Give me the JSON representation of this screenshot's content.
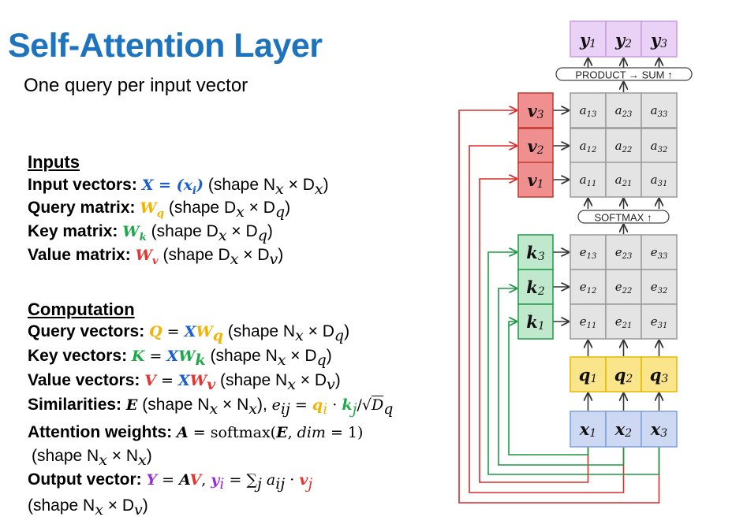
{
  "title": "Self-Attention Layer",
  "subtitle": "One query per input vector",
  "inputs": {
    "heading": "Inputs",
    "input_vectors": {
      "label": "Input vectors:",
      "expr": "X = (x",
      "expr_sub": "i",
      "expr_close": ")",
      "shape": "(shape N",
      "shape_sub1": "x",
      "shape_mid": " × D",
      "shape_sub2": "x",
      "shape_close": ")"
    },
    "query_matrix": {
      "label": "Query matrix:",
      "sym": "W",
      "sym_sub": "q",
      "shape": "(shape D",
      "shape_sub1": "x",
      "shape_mid": " × D",
      "shape_sub2": "q",
      "shape_close": ")"
    },
    "key_matrix": {
      "label": "Key matrix:",
      "sym": "W",
      "sym_sub": "k",
      "shape": "(shape D",
      "shape_sub1": "x",
      "shape_mid": " × D",
      "shape_sub2": "q",
      "shape_close": ")"
    },
    "value_matrix": {
      "label": "Value matrix:",
      "sym": "W",
      "sym_sub": "v",
      "shape": "(shape D",
      "shape_sub1": "x",
      "shape_mid": " × D",
      "shape_sub2": "v",
      "shape_close": ")"
    }
  },
  "computation": {
    "heading": "Computation",
    "query_vectors": {
      "label": "Query vectors:",
      "lhs": "Q",
      "eq": " = ",
      "x": "X",
      "w": "W",
      "w_sub": "q",
      "shape": "(shape N",
      "shape_sub1": "x",
      "shape_mid": " × D",
      "shape_sub2": "q",
      "shape_close": ")"
    },
    "key_vectors": {
      "label": "Key vectors:",
      "lhs": "K",
      "eq": " = ",
      "x": "X",
      "w": "W",
      "w_sub": "k",
      "shape": "(shape N",
      "shape_sub1": "x",
      "shape_mid": " × D",
      "shape_sub2": "q",
      "shape_close": ")"
    },
    "value_vectors": {
      "label": "Value vectors:",
      "lhs": "V",
      "eq": " = ",
      "x": "X",
      "w": "W",
      "w_sub": "v",
      "shape": "(shape N",
      "shape_sub1": "x",
      "shape_mid": " × D",
      "shape_sub2": "v",
      "shape_close": ")"
    },
    "similarities": {
      "label": "Similarities:",
      "sym": "E",
      "shape": "(shape N",
      "shape_sub1": "x",
      "shape_mid": " × N",
      "shape_sub2": "x",
      "shape_close": "),",
      "e": "e",
      "e_sub": "ij",
      "eq": " = ",
      "q": "q",
      "q_sub": "i",
      "dot": " · ",
      "k": "k",
      "k_sub": "j",
      "div": "/√",
      "d": "D",
      "d_sub": "q"
    },
    "attention_weights": {
      "label": "Attention weights:",
      "lhs": "A",
      "eq": " = softmax(",
      "e": "E",
      "comma": ", ",
      "dim": "dim",
      "dim_eq": " = 1)",
      "shape": "(shape N",
      "shape_sub1": "x",
      "shape_mid": " × N",
      "shape_sub2": "x",
      "shape_close": ")"
    },
    "output_vector": {
      "label": "Output vector:",
      "lhs": "Y",
      "eq": " = ",
      "a": "A",
      "v": "V",
      "comma": ", ",
      "y": "y",
      "y_sub": "i",
      "eq2": " = ∑",
      "sum_sub": "j",
      "aij": " a",
      "aij_sub": "ij",
      "dot": " · ",
      "vj": "v",
      "vj_sub": "j",
      "shape": "(shape N",
      "shape_sub1": "x",
      "shape_mid": " × D",
      "shape_sub2": "v",
      "shape_close": ")"
    }
  },
  "diagram": {
    "outputs": [
      {
        "sym": "y",
        "sub": "1"
      },
      {
        "sym": "y",
        "sub": "2"
      },
      {
        "sym": "y",
        "sub": "3"
      }
    ],
    "product_sum_label": "PRODUCT →     SUM ↑",
    "softmax_label": "SOFTMAX ↑",
    "values": [
      {
        "sym": "v",
        "sub": "3"
      },
      {
        "sym": "v",
        "sub": "2"
      },
      {
        "sym": "v",
        "sub": "1"
      }
    ],
    "keys": [
      {
        "sym": "k",
        "sub": "3"
      },
      {
        "sym": "k",
        "sub": "2"
      },
      {
        "sym": "k",
        "sub": "1"
      }
    ],
    "queries": [
      {
        "sym": "q",
        "sub": "1"
      },
      {
        "sym": "q",
        "sub": "2"
      },
      {
        "sym": "q",
        "sub": "3"
      }
    ],
    "inputs": [
      {
        "sym": "x",
        "sub": "1"
      },
      {
        "sym": "x",
        "sub": "2"
      },
      {
        "sym": "x",
        "sub": "3"
      }
    ],
    "a_grid": [
      [
        {
          "sym": "a",
          "sub": "13"
        },
        {
          "sym": "a",
          "sub": "23"
        },
        {
          "sym": "a",
          "sub": "33"
        }
      ],
      [
        {
          "sym": "a",
          "sub": "12"
        },
        {
          "sym": "a",
          "sub": "22"
        },
        {
          "sym": "a",
          "sub": "32"
        }
      ],
      [
        {
          "sym": "a",
          "sub": "11"
        },
        {
          "sym": "a",
          "sub": "21"
        },
        {
          "sym": "a",
          "sub": "31"
        }
      ]
    ],
    "e_grid": [
      [
        {
          "sym": "e",
          "sub": "13"
        },
        {
          "sym": "e",
          "sub": "23"
        },
        {
          "sym": "e",
          "sub": "33"
        }
      ],
      [
        {
          "sym": "e",
          "sub": "12"
        },
        {
          "sym": "e",
          "sub": "22"
        },
        {
          "sym": "e",
          "sub": "32"
        }
      ],
      [
        {
          "sym": "e",
          "sub": "11"
        },
        {
          "sym": "e",
          "sub": "21"
        },
        {
          "sym": "e",
          "sub": "31"
        }
      ]
    ],
    "colors": {
      "output_fill": "#e9d2f5",
      "output_stroke": "#c79be0",
      "value_fill": "#ef8f8f",
      "value_stroke": "#c0392b",
      "key_fill": "#bfe8cc",
      "key_stroke": "#1f9a48",
      "query_fill": "#fbe58a",
      "query_stroke": "#e6b800",
      "input_fill": "#cdd9f3",
      "input_stroke": "#7f9fd8",
      "grid_fill": "#e4e4e4",
      "grid_stroke": "#9a9a9a",
      "red_line": "#dd2a2a",
      "green_line": "#1b9a45",
      "arrow": "#333333"
    }
  }
}
